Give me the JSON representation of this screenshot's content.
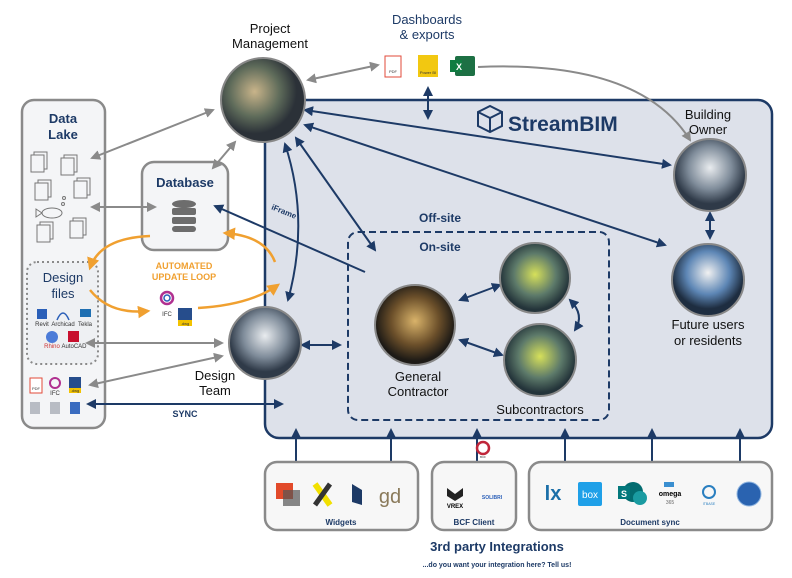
{
  "colors": {
    "navy": "#1d3a66",
    "gray": "#8a8a8a",
    "orange": "#f0a030",
    "panel": "#dde1ea"
  },
  "brand": {
    "name": "StreamBIM",
    "icon": "cube-icon"
  },
  "dashboards": {
    "line1": "Dashboards",
    "line2": "& exports",
    "icons": [
      "pdf-icon",
      "power-bi-icon",
      "excel-icon"
    ],
    "pdf_text": "PDF",
    "powerbi_text": "Power BI"
  },
  "project_management": {
    "line1": "Project",
    "line2": "Management"
  },
  "data_lake": {
    "line1": "Data",
    "line2": "Lake"
  },
  "database": {
    "title": "Database"
  },
  "design_files": {
    "line1": "Design",
    "line2": "files",
    "apps": [
      "Revit",
      "Archicad",
      "Tekla",
      "Rhino",
      "AutoCAD"
    ]
  },
  "update_loop": {
    "line1": "AUTOMATED",
    "line2": "UPDATE LOOP",
    "ifc": "IFC",
    "dwg": ".dwg"
  },
  "export_files": {
    "pdf": "PDF",
    "ifc": "IFC",
    "dwg": ".dwg"
  },
  "sync": {
    "label": "SYNC"
  },
  "iframe": {
    "label": "iFrame"
  },
  "design_team": {
    "line1": "Design",
    "line2": "Team"
  },
  "building_owner": {
    "line1": "Building",
    "line2": "Owner"
  },
  "future_users": {
    "line1": "Future users",
    "line2": "or residents"
  },
  "offsite": {
    "label": "Off-site"
  },
  "onsite": {
    "label": "On-site"
  },
  "general_contractor": {
    "line1": "General",
    "line2": "Contractor"
  },
  "subcontractors": {
    "label": "Subcontractors"
  },
  "integrations": {
    "title": "3rd party Integrations",
    "subtitle": "...do you want your integration here? Tell us!",
    "widgets": {
      "label": "Widgets",
      "logo_gd": "gd"
    },
    "bcf": {
      "label": "BCF Client",
      "vrex": "VREX",
      "solibri": "SOLIBRI",
      "bcf_badge": "BCF"
    },
    "docsync": {
      "label": "Document sync",
      "box": "box",
      "omega": "omega",
      "omega_sub": "365",
      "itbase": "ITBASE",
      "sharepoint": "S"
    }
  }
}
